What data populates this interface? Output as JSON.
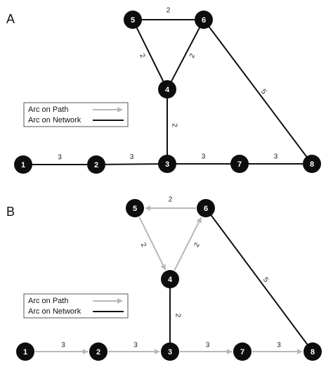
{
  "nodes": [
    "1",
    "2",
    "3",
    "4",
    "5",
    "6",
    "7",
    "8"
  ],
  "panels": [
    {
      "label": "A",
      "legend": {
        "path_label": "Arc on Path",
        "network_label": "Arc on Network"
      },
      "edges": [
        {
          "from": "5",
          "to": "6",
          "weight": "2",
          "type": "network"
        },
        {
          "from": "5",
          "to": "4",
          "weight": "2",
          "type": "network"
        },
        {
          "from": "6",
          "to": "4",
          "weight": "2",
          "type": "network"
        },
        {
          "from": "6",
          "to": "8",
          "weight": "5",
          "type": "network"
        },
        {
          "from": "4",
          "to": "3",
          "weight": "2",
          "type": "network"
        },
        {
          "from": "1",
          "to": "2",
          "weight": "3",
          "type": "network"
        },
        {
          "from": "2",
          "to": "3",
          "weight": "3",
          "type": "network"
        },
        {
          "from": "3",
          "to": "7",
          "weight": "3",
          "type": "network"
        },
        {
          "from": "7",
          "to": "8",
          "weight": "3",
          "type": "network"
        }
      ]
    },
    {
      "label": "B",
      "legend": {
        "path_label": "Arc on Path",
        "network_label": "Arc on Network"
      },
      "edges": [
        {
          "from": "6",
          "to": "5",
          "weight": "2",
          "type": "path"
        },
        {
          "from": "5",
          "to": "4",
          "weight": "2",
          "type": "path"
        },
        {
          "from": "4",
          "to": "6",
          "weight": "2",
          "type": "path"
        },
        {
          "from": "6",
          "to": "8",
          "weight": "5",
          "type": "network"
        },
        {
          "from": "4",
          "to": "3",
          "weight": "2",
          "type": "network"
        },
        {
          "from": "1",
          "to": "2",
          "weight": "3",
          "type": "path"
        },
        {
          "from": "2",
          "to": "3",
          "weight": "3",
          "type": "path"
        },
        {
          "from": "3",
          "to": "7",
          "weight": "3",
          "type": "path"
        },
        {
          "from": "7",
          "to": "8",
          "weight": "3",
          "type": "path"
        }
      ]
    }
  ],
  "colors": {
    "network": "#111111",
    "path": "#b8b8b8",
    "node": "#0d0d0d"
  }
}
